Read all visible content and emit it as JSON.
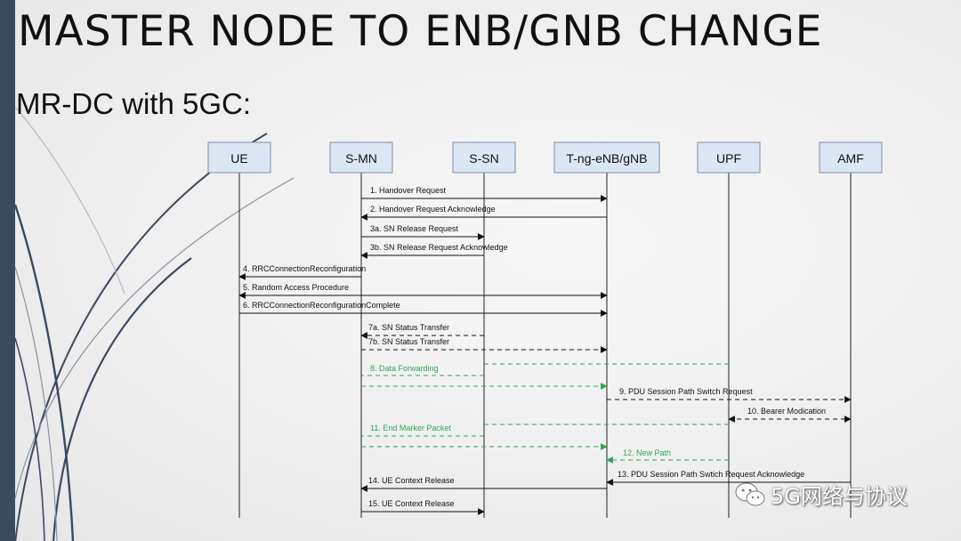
{
  "slide": {
    "title": "MASTER NODE TO ENB/GNB CHANGE",
    "subtitle": "MR-DC with 5GC:"
  },
  "nodes": [
    "UE",
    "S-MN",
    "S-SN",
    "T-ng-eNB/gNB",
    "UPF",
    "AMF"
  ],
  "messages": [
    {
      "label": "1. Handover Request",
      "from": "S-MN",
      "to": "T-ng-eNB/gNB",
      "style": "solid"
    },
    {
      "label": "2. Handover Request Acknowledge",
      "from": "T-ng-eNB/gNB",
      "to": "S-MN",
      "style": "solid"
    },
    {
      "label": "3a. SN Release Request",
      "from": "S-MN",
      "to": "S-SN",
      "style": "solid"
    },
    {
      "label": "3b. SN Release Request Acknowledge",
      "from": "S-SN",
      "to": "S-MN",
      "style": "solid"
    },
    {
      "label": "4. RRCConnectionReconfiguration",
      "from": "S-MN",
      "to": "UE",
      "style": "solid"
    },
    {
      "label": "5. Random Access Procedure",
      "from": "UE",
      "to": "T-ng-eNB/gNB",
      "style": "solid",
      "both": true
    },
    {
      "label": "6. RRCConnectionReconfigurationComplete",
      "from": "UE",
      "to": "T-ng-eNB/gNB",
      "style": "solid"
    },
    {
      "label": "7a. SN Status Transfer",
      "from": "S-SN",
      "to": "S-MN",
      "style": "dashed"
    },
    {
      "label": "7b. SN Status Transfer",
      "from": "S-MN",
      "to": "T-ng-eNB/gNB",
      "style": "dashed"
    },
    {
      "label": "8. Data Forwarding",
      "from": "S-MN",
      "to": "T-ng-eNB/gNB",
      "style": "green"
    },
    {
      "label": "9. PDU Session Path Switch Request",
      "from": "T-ng-eNB/gNB",
      "to": "AMF",
      "style": "dashed"
    },
    {
      "label": "10. Bearer Modication",
      "from": "UPF",
      "to": "AMF",
      "style": "dashed",
      "both": true
    },
    {
      "label": "11. End Marker Packet",
      "from": "S-MN",
      "to": "T-ng-eNB/gNB",
      "style": "green"
    },
    {
      "label": "12. New Path",
      "from": "UPF",
      "to": "T-ng-eNB/gNB",
      "style": "green"
    },
    {
      "label": "13. PDU Session Path Swtich Request Acknowledge",
      "from": "AMF",
      "to": "T-ng-eNB/gNB",
      "style": "solid"
    },
    {
      "label": "14. UE Context Release",
      "from": "T-ng-eNB/gNB",
      "to": "S-MN",
      "style": "solid"
    },
    {
      "label": "15. UE Context Release",
      "from": "S-MN",
      "to": "S-SN",
      "style": "solid"
    }
  ],
  "colors": {
    "line": "#111111",
    "green": "#2ea84f",
    "box_fill": "#dde6f4",
    "box_border": "#7f8fa8",
    "accent_bar": "#3c4a5e"
  },
  "watermark": {
    "icon": "wechat-icon",
    "text": "5G网络与协议"
  }
}
